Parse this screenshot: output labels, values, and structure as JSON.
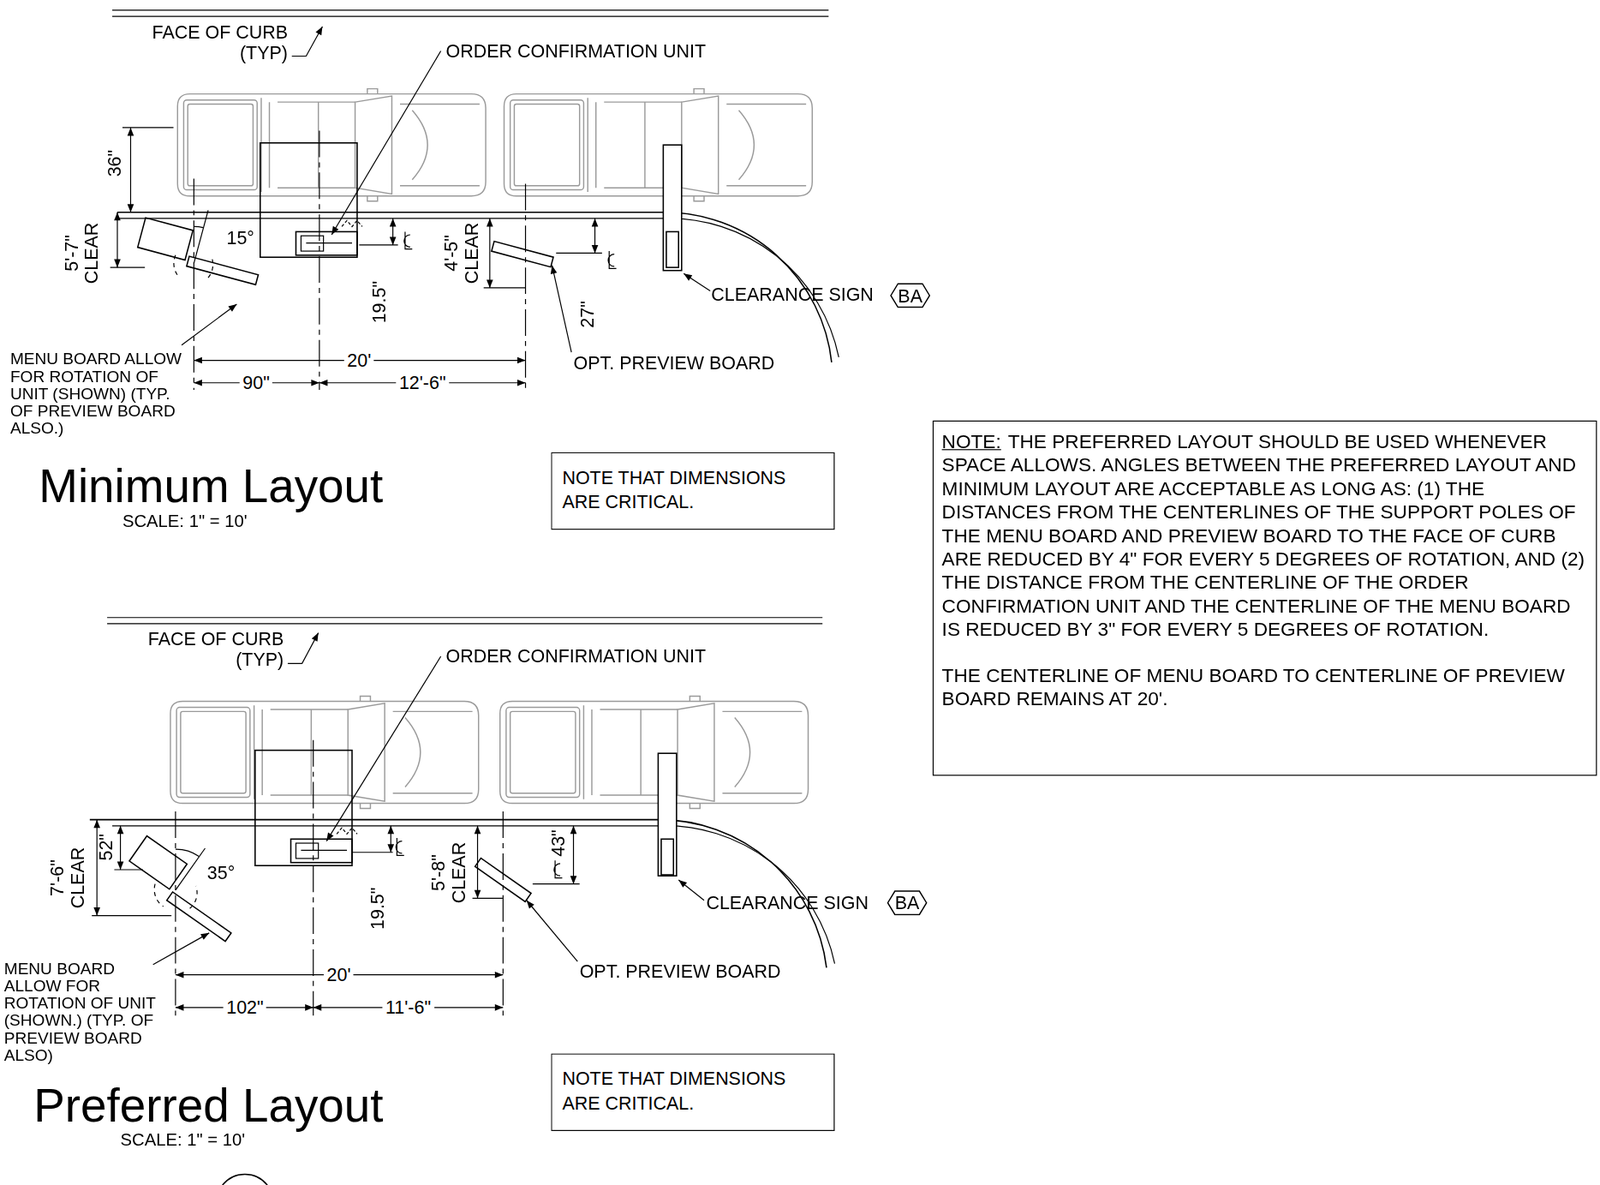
{
  "diagram": {
    "nodes": [
      {
        "text": [
          "BA"
        ]
      },
      {
        "text": [
          "NOTE:",
          "THE PREFERRED LAYOUT SHOULD BE USED WHENEVER SPACE ALLOWS. ANGLES BETWEEN THE PREFERRED LAYOUT AND MINIMUM LAYOUT ARE ACCEPTABLE AS LONG AS: (1) THE DISTANCES FROM THE CENTERLINES OF THE SUPPORT POLES OF THE MENU BOARD AND PREVIEW BOARD TO THE FACE OF CURB ARE REDUCED BY 4\" FOR EVERY 5 DEGREES OF ROTATION, AND (2) THE DISTANCE FROM THE CENTERLINE OF THE ORDER CONFIRMATION UNIT AND THE CENTERLINE OF THE MENU BOARD IS REDUCED BY 3\" FOR EVERY 5 DEGREES OF ROTATION.",
          "THE CENTERLINE OF MENU BOARD TO CENTERLINE OF PREVIEW BOARD REMAINS AT 20'."
        ]
      },
      {
        "text": [
          "NOTE THAT DIMENSIONS ARE CRITICAL."
        ]
      },
      {
        "text": [
          "BA"
        ]
      },
      {
        "text": [
          "NOTE THAT DIMENSIONS ARE CRITICAL."
        ]
      }
    ],
    "labels": [
      "FACE OF CURB (TYP)",
      "ORDER CONFIRMATION UNIT",
      "36\"",
      "5'-7\" CLEAR",
      "15°",
      "4'-5\" CLEAR",
      "19.5\"",
      "27\"",
      "CLEARANCE SIGN",
      "OPT. PREVIEW BOARD",
      "MENU BOARD ALLOW FOR ROTATION OF UNIT (SHOWN) (TYP. OF PREVIEW BOARD ALSO.)",
      "20'",
      "90\"",
      "12'-6\"",
      "Minimum Layout",
      "SCALE: 1\" = 10'",
      "FACE OF CURB (TYP)",
      "ORDER CONFIRMATION UNIT",
      "7'-6\" CLEAR",
      "52\"",
      "35°",
      "19.5\"",
      "5'-8\" CLEAR",
      "43\"",
      "CLEARANCE SIGN",
      "OPT. PREVIEW BOARD",
      "MENU BOARD ALLOW FOR ROTATION OF UNIT (SHOWN.) (TYP. OF PREVIEW BOARD ALSO)",
      "20'",
      "102\"",
      "11'-6\"",
      "Preferred Layout",
      "SCALE: 1\" = 10'"
    ]
  }
}
